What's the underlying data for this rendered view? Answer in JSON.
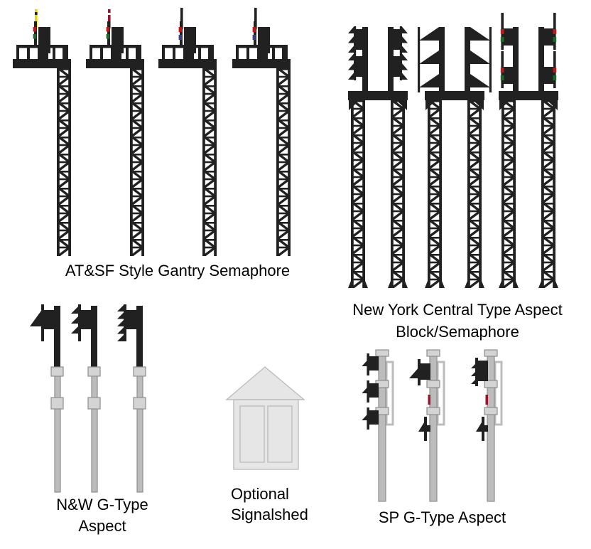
{
  "colors": {
    "structure_dark": "#212121",
    "pole_gray": "#bcbcbc",
    "pole_outline": "#8e8e8e",
    "collar_gray": "#d4d4d4",
    "shed_fill": "#e6e6e6",
    "shed_outline": "#bdbdbd",
    "blade_yellow": "#eed400",
    "blade_red": "#a31127",
    "lens_red": "#c21616",
    "lens_green": "#20662a",
    "lens_blue": "#32418f",
    "sp_lens_red": "#9c1228",
    "text": "#000000"
  },
  "captions": {
    "atsf": "AT&SF Style Gantry Semaphore",
    "nyc_line1": "New York Central Type Aspect",
    "nyc_line2": "Block/Semaphore",
    "nw_line1": "N&W G-Type",
    "nw_line2": "Aspect",
    "shed_line1": "Optional",
    "shed_line2": "Signalshed",
    "sp": "SP G-Type Aspect"
  },
  "groups": {
    "atsf": {
      "unit_count": 4,
      "blade_colors": [
        "yellow",
        "red",
        "black",
        "black"
      ]
    },
    "nyc": {
      "unit_count": 3,
      "variants": [
        "triple-fin-clusters",
        "large-fins",
        "lamp-heads"
      ]
    },
    "nw": {
      "unit_count": 3,
      "fin_counts": [
        1,
        3,
        5
      ]
    },
    "sp": {
      "unit_count": 3,
      "head_styles": [
        "three-heads",
        "single-head",
        "triple-fin-head"
      ]
    }
  }
}
